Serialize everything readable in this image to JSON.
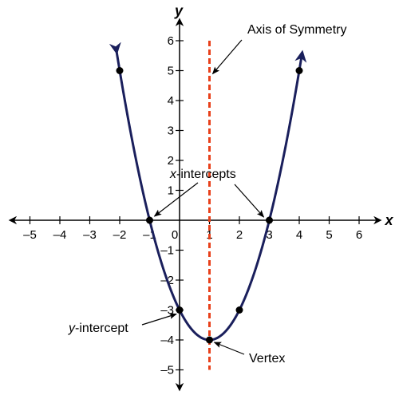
{
  "chart_data": {
    "type": "line",
    "xlabel": "x",
    "ylabel": "y",
    "xlim": [
      -5.5,
      6.6
    ],
    "ylim": [
      -5.5,
      6.6
    ],
    "x_ticks": [
      -5,
      -4,
      -3,
      -2,
      -1,
      0,
      1,
      2,
      3,
      4,
      5,
      6
    ],
    "y_ticks": [
      -5,
      -4,
      -3,
      -2,
      -1,
      1,
      2,
      3,
      4,
      5,
      6
    ],
    "grid": false,
    "colors": {
      "curve": "#1a1f5c",
      "axis": "#000000",
      "symmetry": "#e8401a",
      "point": "#000000"
    },
    "series": [
      {
        "function": "y = (x-1)^2 - 4",
        "x_range": [
          -2.1,
          4.1
        ],
        "arrows_both_ends": true,
        "points": [
          {
            "x": -2,
            "y": 5
          },
          {
            "x": -1,
            "y": 0
          },
          {
            "x": 0,
            "y": -3
          },
          {
            "x": 1,
            "y": -4
          },
          {
            "x": 2,
            "y": -3
          },
          {
            "x": 3,
            "y": 0
          },
          {
            "x": 4,
            "y": 5
          }
        ]
      }
    ],
    "axis_of_symmetry": {
      "x": 1,
      "y_range": [
        -5,
        6
      ],
      "style": "dashed"
    },
    "annotations": {
      "axis_of_symmetry": {
        "text": "Axis of Symmetry",
        "points_to": {
          "x": 1,
          "y": 5.4
        }
      },
      "x_intercepts": {
        "prefix": "x",
        "text": "-intercepts",
        "points_to": [
          {
            "x": -1,
            "y": 0
          },
          {
            "x": 3,
            "y": 0
          }
        ]
      },
      "y_intercept": {
        "prefix": "y",
        "text": "-intercept",
        "points_to": {
          "x": 0,
          "y": -3
        }
      },
      "vertex": {
        "text": "Vertex",
        "points_to": {
          "x": 1,
          "y": -4
        }
      }
    }
  }
}
